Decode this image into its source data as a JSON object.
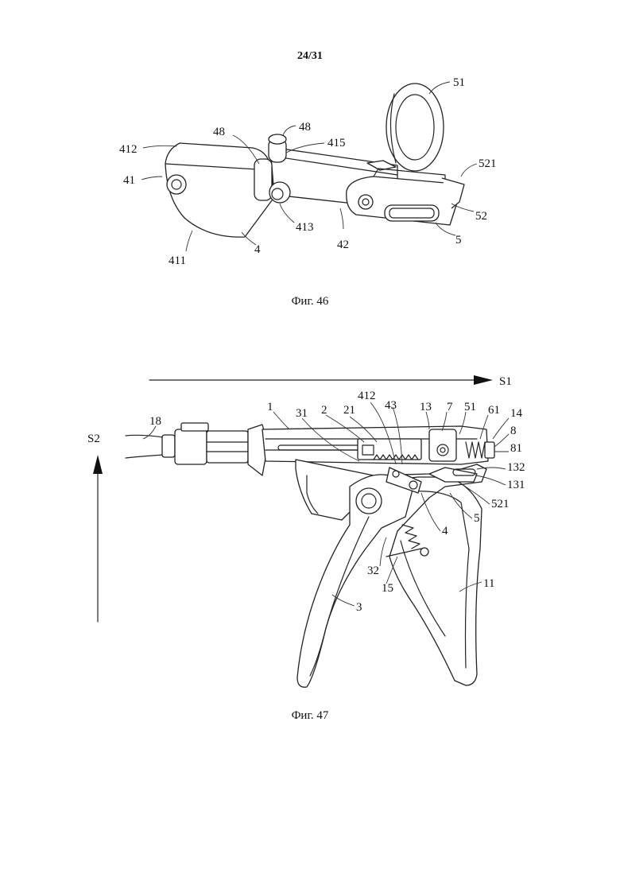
{
  "page_number": "24/31",
  "figure46": {
    "caption": "Фиг. 46",
    "labels": [
      "51",
      "48",
      "48",
      "412",
      "415",
      "521",
      "41",
      "413",
      "52",
      "411",
      "4",
      "42",
      "5"
    ]
  },
  "figure47": {
    "caption": "Фиг. 47",
    "labels": [
      "S1",
      "S2",
      "18",
      "1",
      "31",
      "2",
      "21",
      "412",
      "43",
      "13",
      "7",
      "51",
      "61",
      "14",
      "8",
      "81",
      "132",
      "131",
      "521",
      "5",
      "4",
      "32",
      "15",
      "11",
      "3"
    ]
  }
}
